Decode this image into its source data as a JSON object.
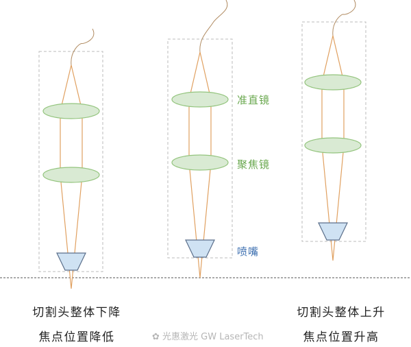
{
  "labels": {
    "collimator": "准直镜",
    "focus_lens": "聚焦镜",
    "nozzle": "喷嘴"
  },
  "captions": {
    "left_line1": "切割头整体下降",
    "left_line2": "焦点位置降低",
    "right_line1": "切割头整体上升",
    "right_line2": "焦点位置升高"
  },
  "watermark": "光惠激光 GW LaserTech",
  "colors": {
    "beam": "#e0a060",
    "lens_fill": "#d9ead3",
    "lens_stroke": "#93c47d",
    "nozzle_fill": "#cfe2f3",
    "nozzle_stroke": "#5a6e8a",
    "box": "#bbbbbb",
    "label_green": "#6aa84f",
    "label_blue": "#3c6fb0"
  }
}
